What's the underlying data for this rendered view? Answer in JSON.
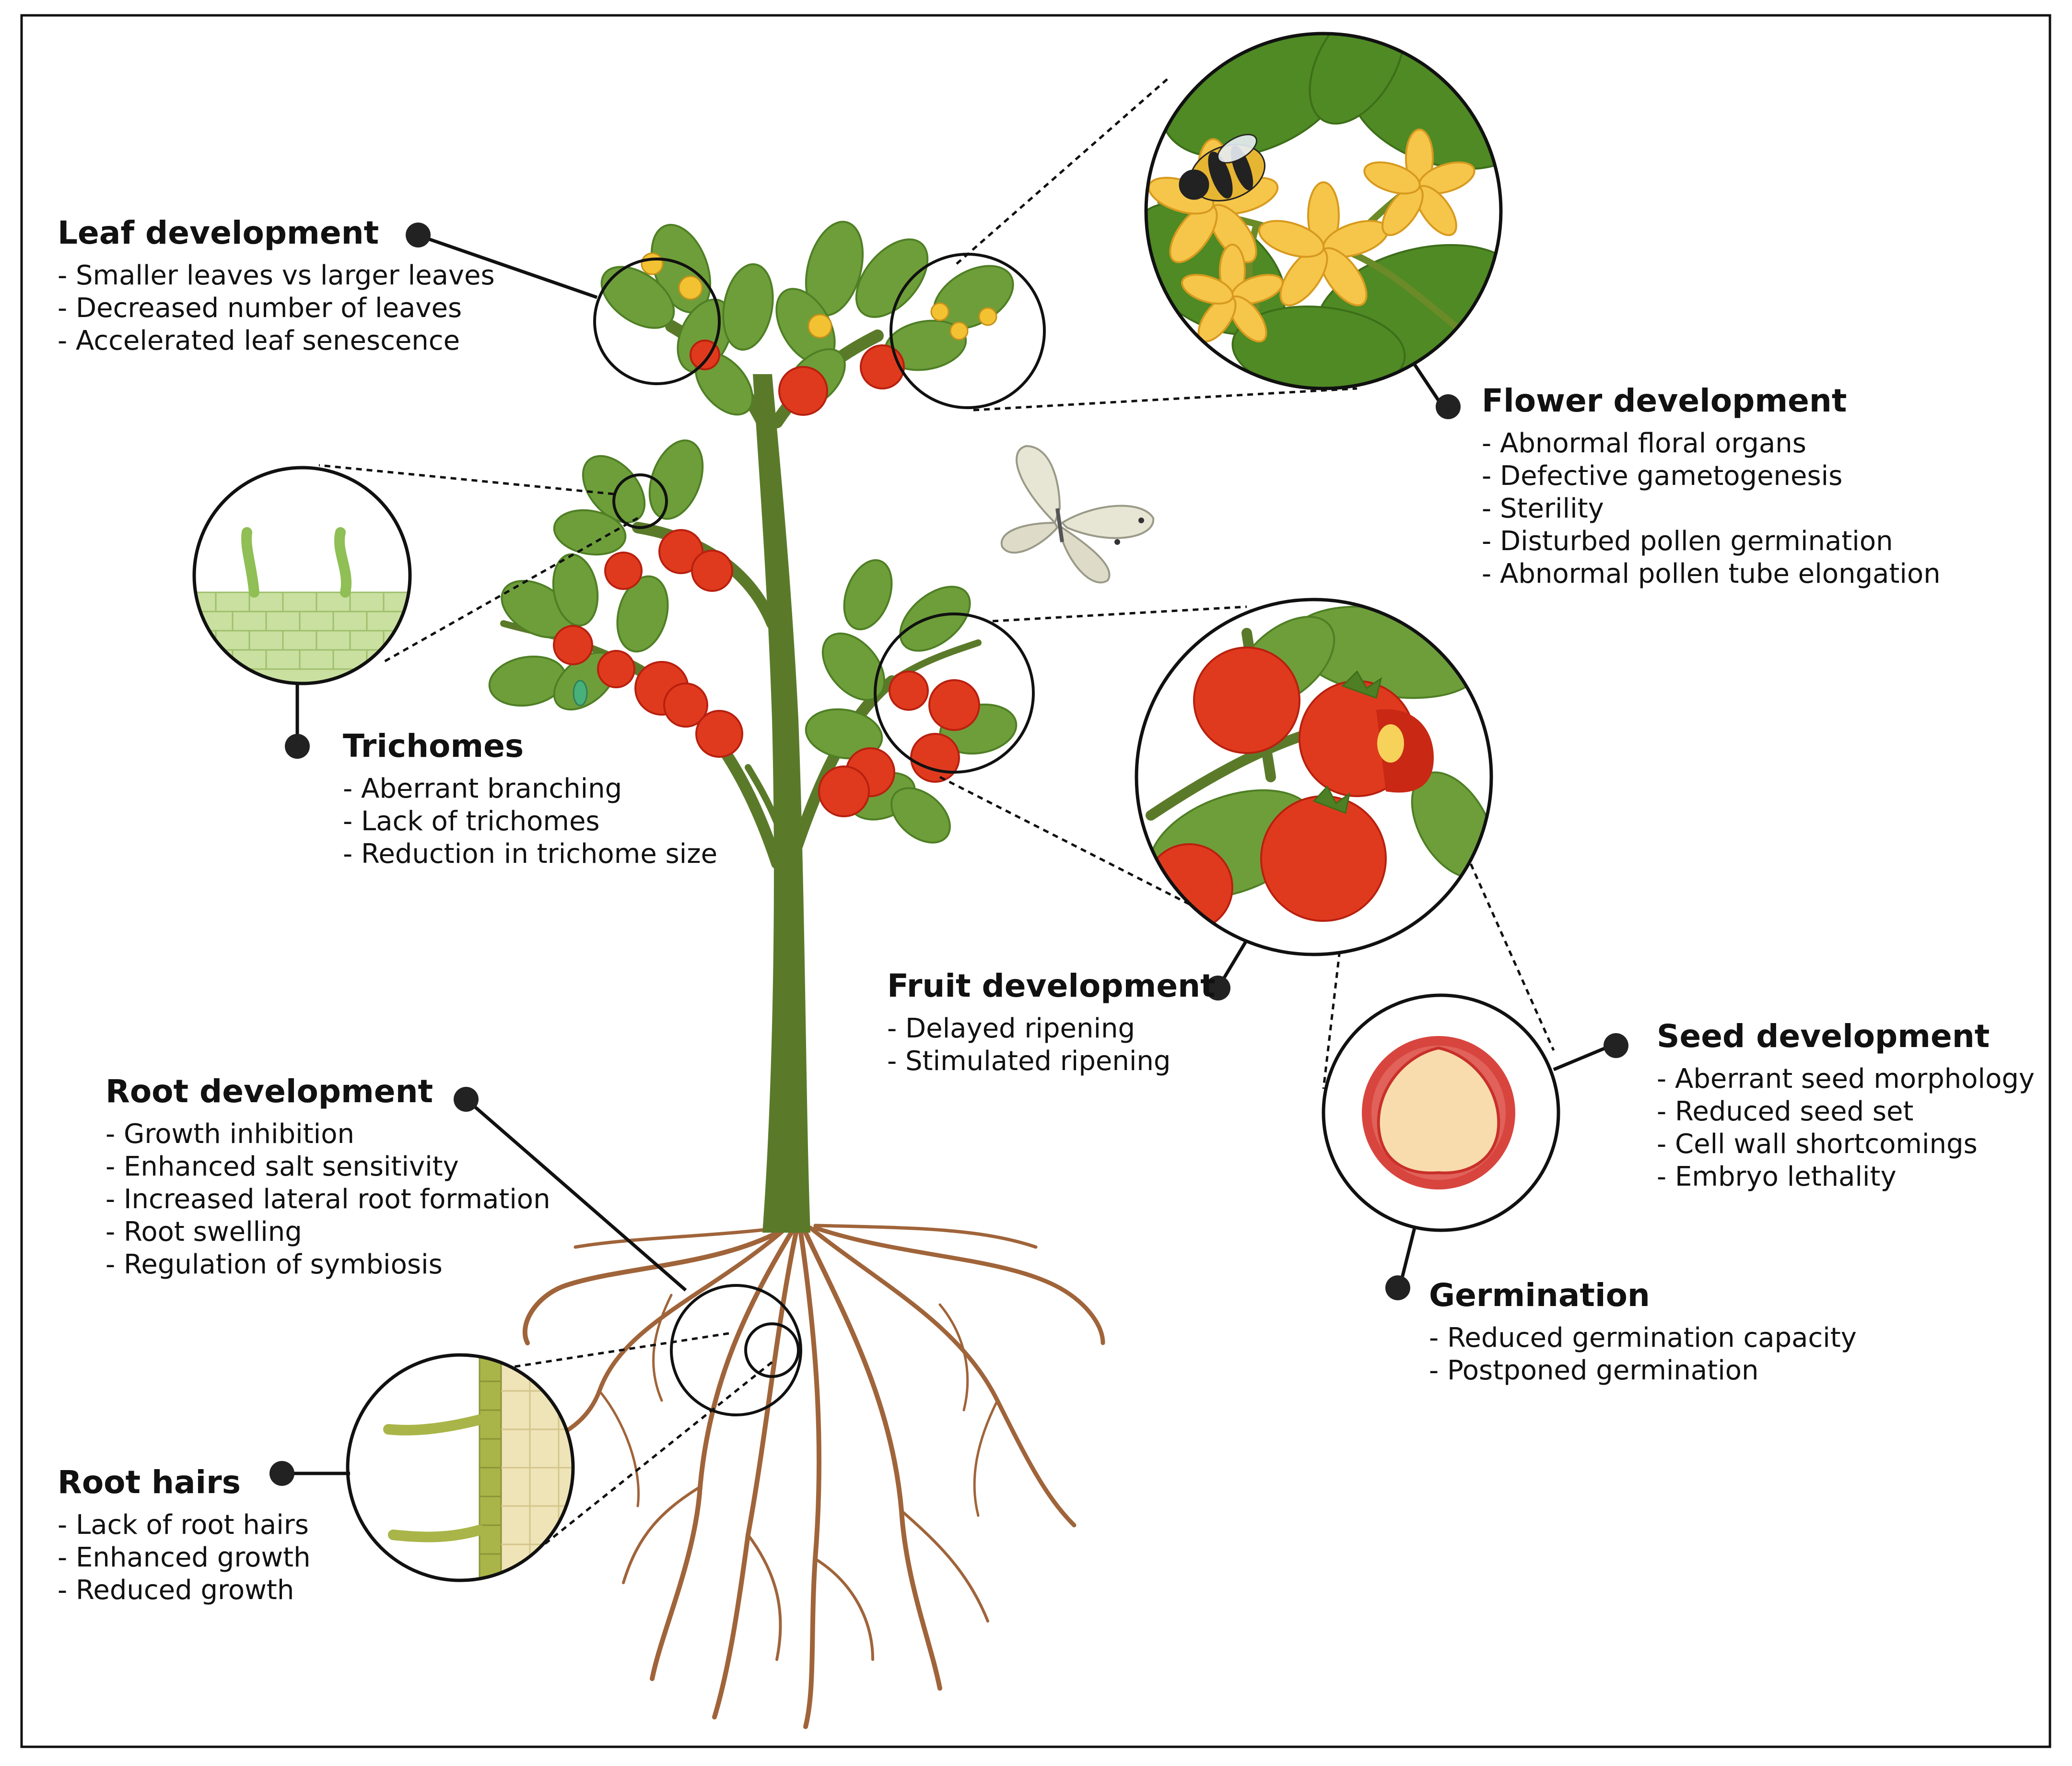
{
  "labels": {
    "leaf": {
      "title": "Leaf development",
      "items": [
        "- Smaller leaves vs larger leaves",
        "- Decreased number of leaves",
        "- Accelerated leaf senescence"
      ]
    },
    "flower": {
      "title": "Flower development",
      "items": [
        "- Abnormal floral organs",
        "- Defective gametogenesis",
        "- Sterility",
        "- Disturbed pollen germination",
        "- Abnormal pollen tube elongation"
      ]
    },
    "trichomes": {
      "title": "Trichomes",
      "items": [
        "- Aberrant branching",
        "- Lack of trichomes",
        "- Reduction in trichome size"
      ]
    },
    "fruit": {
      "title": "Fruit development",
      "items": [
        "- Delayed ripening",
        "- Stimulated ripening"
      ]
    },
    "seed": {
      "title": "Seed development",
      "items": [
        "- Aberrant seed morphology",
        "- Reduced seed set",
        "- Cell wall shortcomings",
        "- Embryo lethality"
      ]
    },
    "germination": {
      "title": "Germination",
      "items": [
        "- Reduced germination capacity",
        "- Postponed germination"
      ]
    },
    "root": {
      "title": "Root development",
      "items": [
        "- Growth inhibition",
        "- Enhanced salt sensitivity",
        "- Increased lateral root formation",
        "- Root swelling",
        "- Regulation of symbiosis"
      ]
    },
    "roothairs": {
      "title": "Root hairs",
      "items": [
        "- Lack of root hairs",
        "- Enhanced growth",
        "- Reduced growth"
      ]
    }
  },
  "colors": {
    "stem": "#5a7a2a",
    "leaf": "#6e9e3a",
    "leaf_dark": "#4f7f25",
    "fruit": "#e03a1e",
    "fruit_dark": "#b8200f",
    "flower": "#f2c232",
    "root": "#a0643a",
    "hair": "#a9b548",
    "cell": "#c9e0a0",
    "seed_coat": "#d8453e",
    "seed_inner": "#f8dcae"
  }
}
